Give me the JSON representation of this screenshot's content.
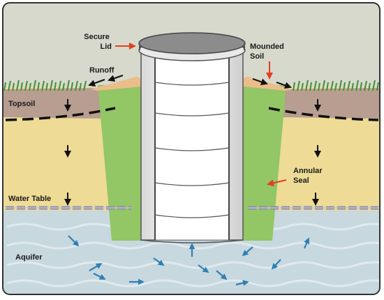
{
  "labels": {
    "secure_lid": [
      "Secure",
      "Lid"
    ],
    "mounded_soil": [
      "Mounded",
      "Soil"
    ],
    "runoff": "Runoff",
    "topsoil": "Topsoil",
    "annular_seal": [
      "Annular",
      "Seal"
    ],
    "water_table": "Water Table",
    "aquifer": "Aquifer"
  },
  "colors": {
    "sky": "#d7d9cd",
    "topsoil": "#b79e91",
    "subsoil": "#eedb95",
    "aquifer": "#c8d8df",
    "annular_seal": "#93c665",
    "mounded_soil": "#ebbd8a",
    "casing": "#f2f2f2",
    "lid": "#8c8c8c",
    "grass": "#3f8f3a",
    "arrow_black": "#111111",
    "arrow_red": "#e2401e",
    "arrow_blue": "#2f7fb4",
    "water_table_line": "#8d8da8",
    "frame": "#333333"
  }
}
